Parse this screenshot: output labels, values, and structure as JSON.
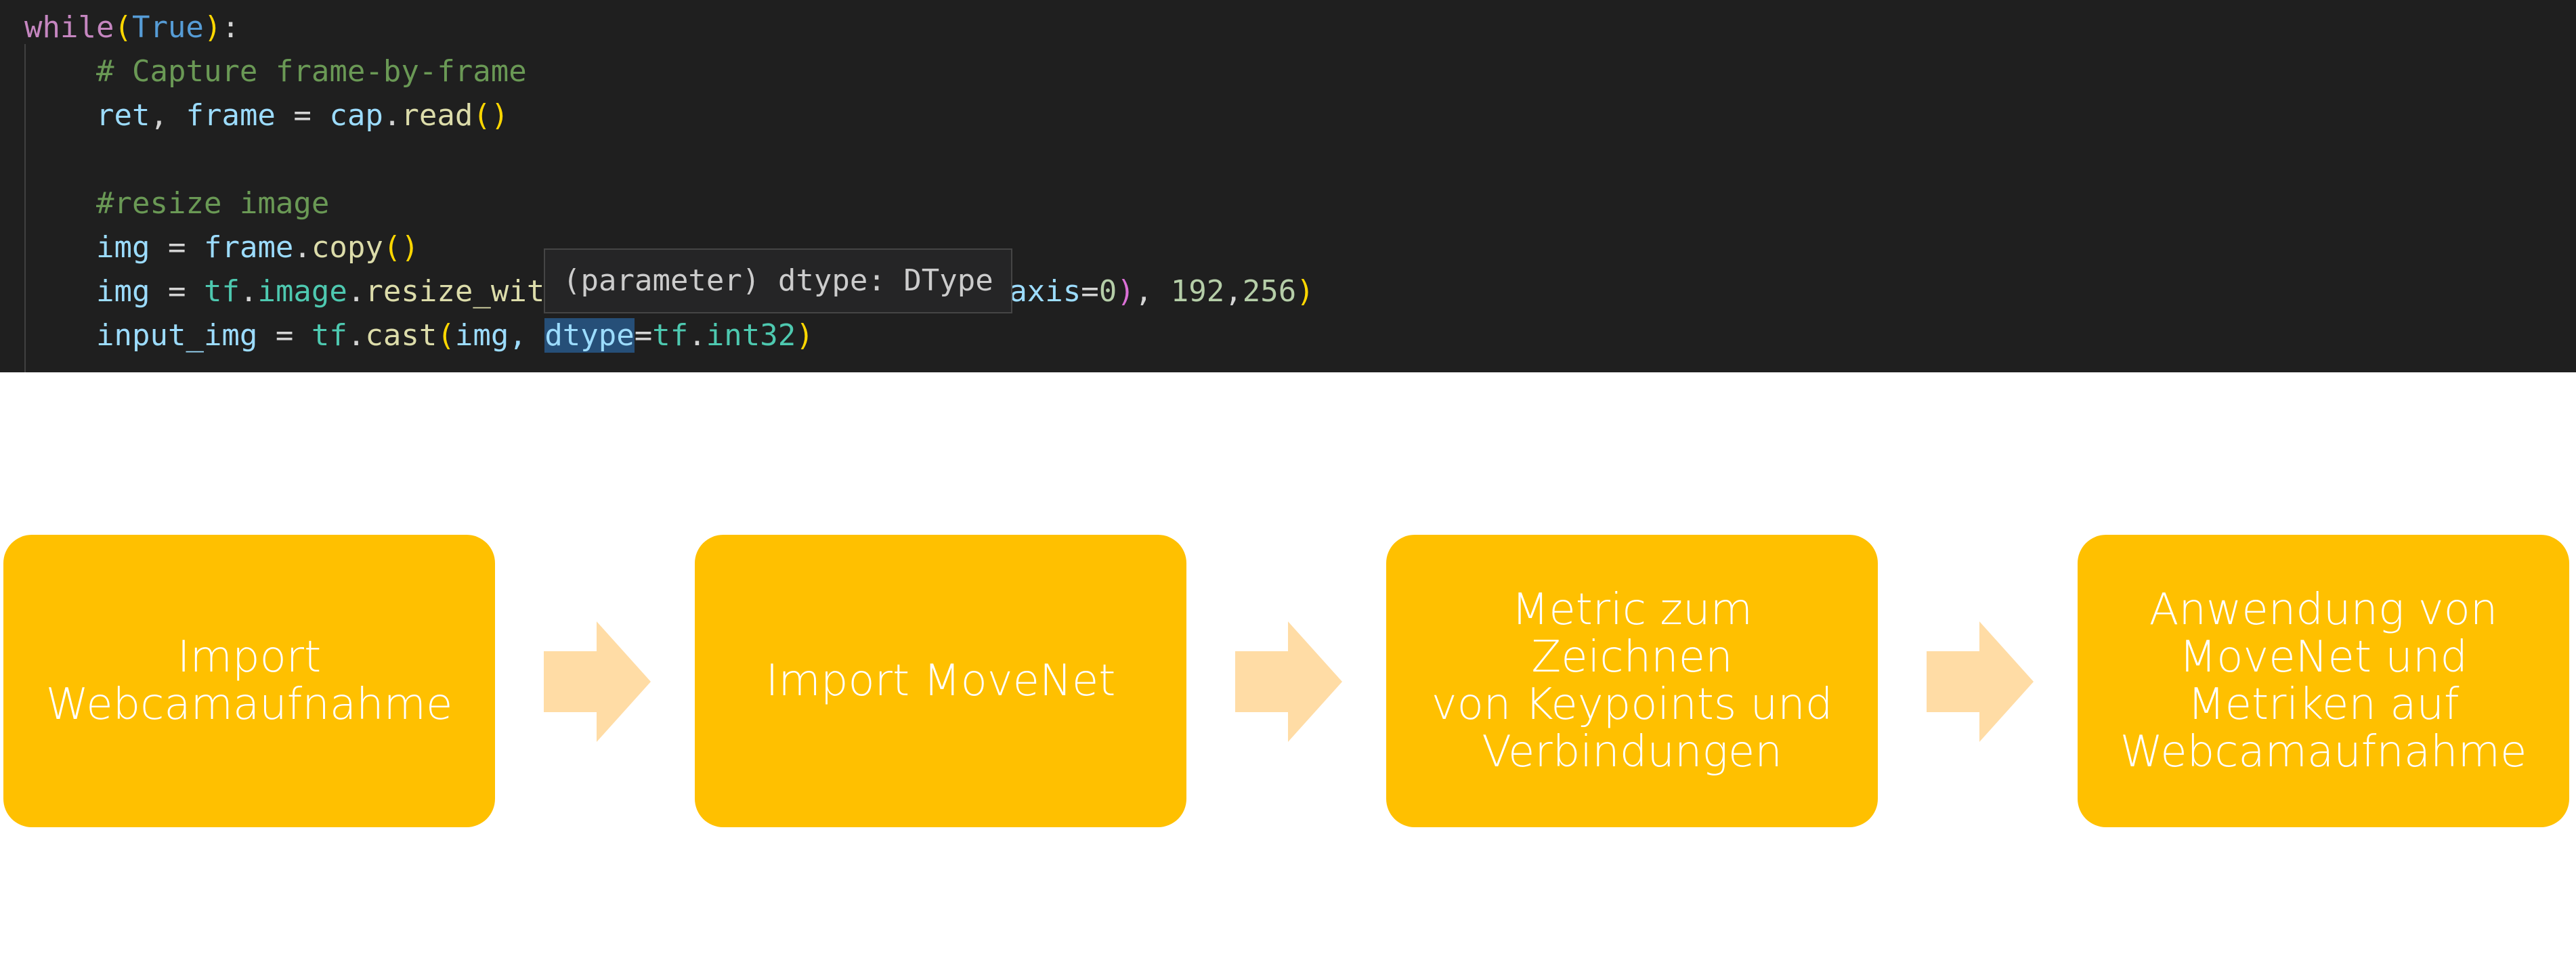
{
  "editor": {
    "lines": [
      {
        "tokens": [
          "while",
          "(",
          "True",
          ")",
          ":"
        ]
      },
      {
        "tokens": [
          "# Capture frame-by-frame"
        ]
      },
      {
        "tokens": [
          "ret",
          ", ",
          "frame",
          " = ",
          "cap",
          ".",
          "read",
          "(",
          ")"
        ]
      },
      {
        "tokens": []
      },
      {
        "tokens": [
          "#resize image"
        ]
      },
      {
        "tokens": [
          "img",
          " = ",
          "frame",
          ".",
          "copy",
          "(",
          ")"
        ]
      },
      {
        "tokens": [
          "img",
          " = ",
          "tf",
          ".",
          "image",
          ".",
          "resize_wit",
          "axis",
          "=",
          "0",
          ")",
          ", ",
          "192",
          ",",
          "256",
          ")"
        ]
      },
      {
        "tokens": [
          "input_img",
          " = ",
          "tf",
          ".",
          "cast",
          "(",
          "img, ",
          "dtype",
          "=",
          "tf",
          ".",
          "int32",
          ")"
        ]
      }
    ],
    "tooltip": "(parameter) dtype: DType",
    "colors": {
      "background": "#1f1f1f",
      "keyword": "#c586c0",
      "builtin": "#569cd6",
      "comment": "#6a9955",
      "variable": "#9cdcfe",
      "function": "#dcdcaa",
      "module": "#4ec9b0",
      "number": "#b5cea8",
      "bracket": "#ffd700"
    }
  },
  "flow": {
    "steps": [
      {
        "label": "Import\nWebcamaufnahme"
      },
      {
        "label": "Import MoveNet"
      },
      {
        "label": "Metric zum Zeichnen\nvon Keypoints und\nVerbindungen"
      },
      {
        "label": "Anwendung von\nMoveNet und\nMetriken auf\nWebcamaufnahme"
      }
    ],
    "arrow_icon": "chevron-arrow-right-icon",
    "colors": {
      "box": "#ffc000",
      "text": "#ffffff",
      "arrow": "#ffdca5"
    }
  }
}
